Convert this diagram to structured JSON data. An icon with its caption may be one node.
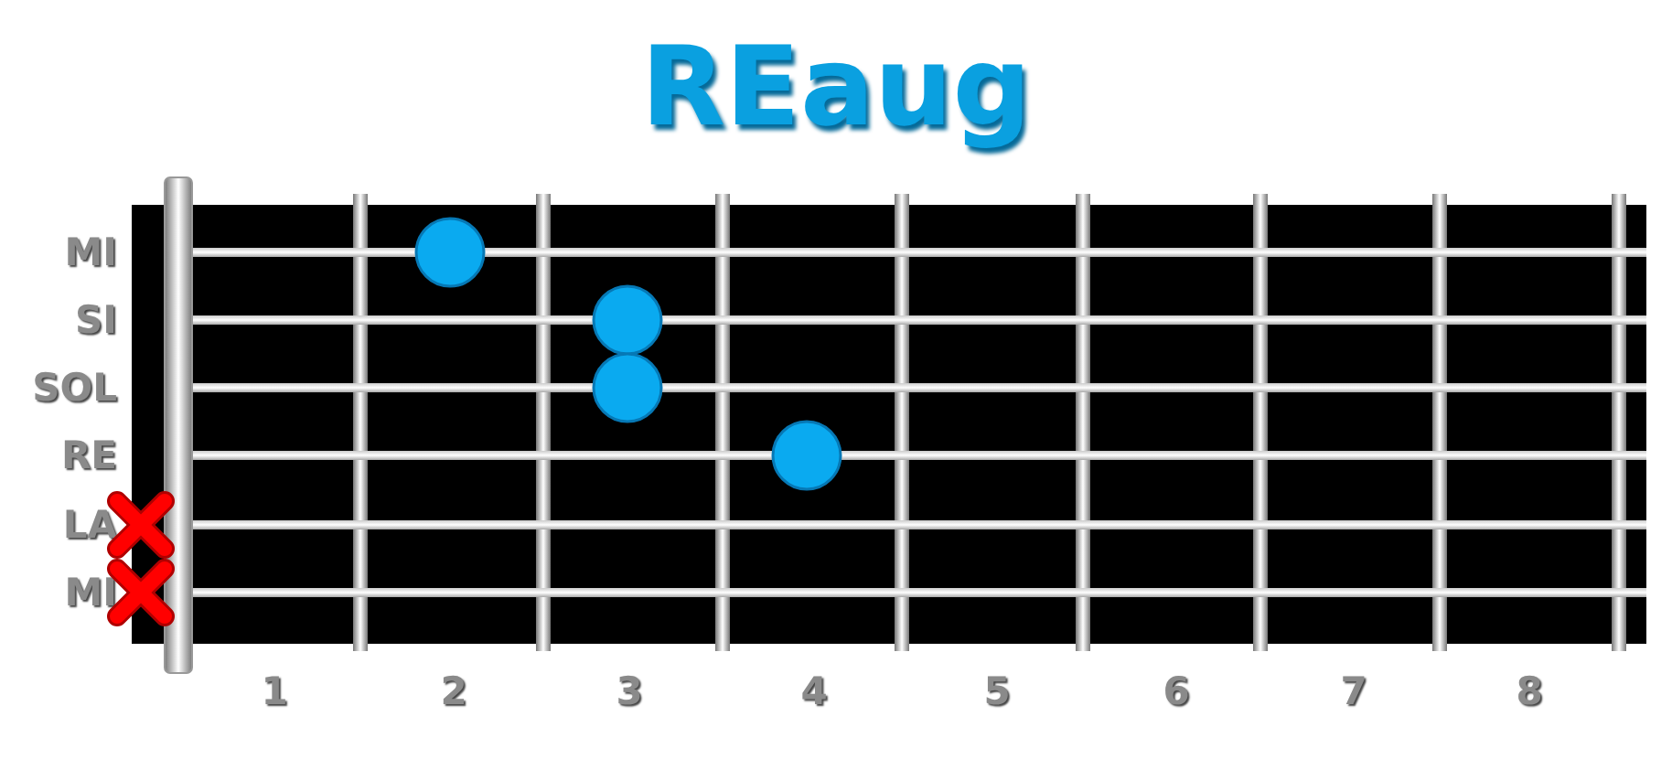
{
  "diagram": {
    "title": "REaug",
    "nodes": [
      {
        "text": [],
        "shape": "circle"
      },
      {
        "text": [],
        "shape": "circle"
      },
      {
        "text": [],
        "shape": "circle"
      },
      {
        "text": [],
        "shape": "circle"
      },
      {
        "text": [],
        "shape": "cross"
      },
      {
        "text": [],
        "shape": "cross"
      }
    ],
    "labels": [
      "MI",
      "SI",
      "SOL",
      "RE",
      "LA",
      "MI",
      "1",
      "2",
      "3",
      "4",
      "5",
      "6",
      "7",
      "8"
    ]
  }
}
